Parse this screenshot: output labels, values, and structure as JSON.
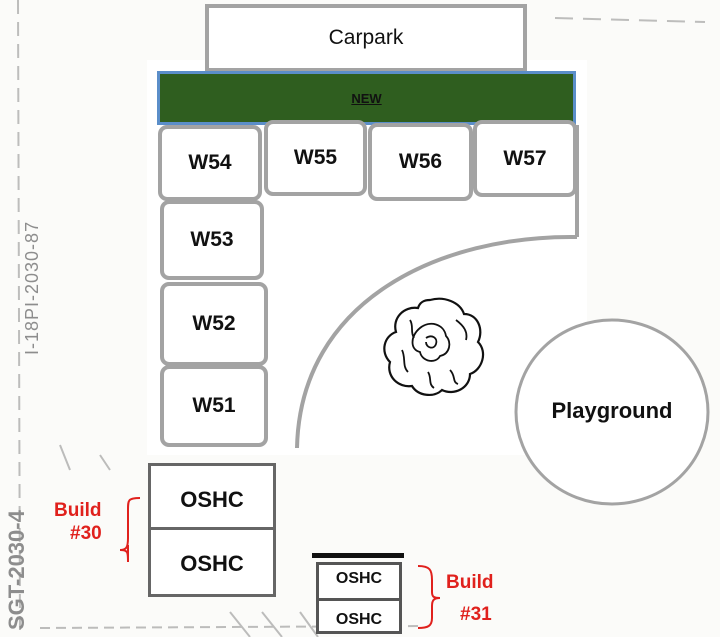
{
  "carpark": {
    "label": "Carpark"
  },
  "new_strip": {
    "label": "NEW",
    "color": "#2f5e1f",
    "border": "#5b8ec9"
  },
  "classrooms": {
    "top_row": [
      "W54",
      "W55",
      "W56",
      "W57"
    ],
    "left_col": [
      "W53",
      "W52",
      "W51"
    ]
  },
  "playground": {
    "label": "Playground"
  },
  "oshc_group_30": {
    "units": [
      "OSHC",
      "OSHC"
    ],
    "build_label": [
      "Build",
      "#30"
    ]
  },
  "oshc_group_31": {
    "units": [
      "OSHC",
      "OSHC"
    ],
    "build_label": [
      "Build",
      "#31"
    ]
  },
  "background_annotations": [
    "I-18PI-2030-87",
    "SGT-2030-4"
  ],
  "colors": {
    "annotation_red": "#e0211d",
    "outline_gray": "#a3a3a3"
  },
  "icons": {
    "tree": "tree-icon"
  }
}
